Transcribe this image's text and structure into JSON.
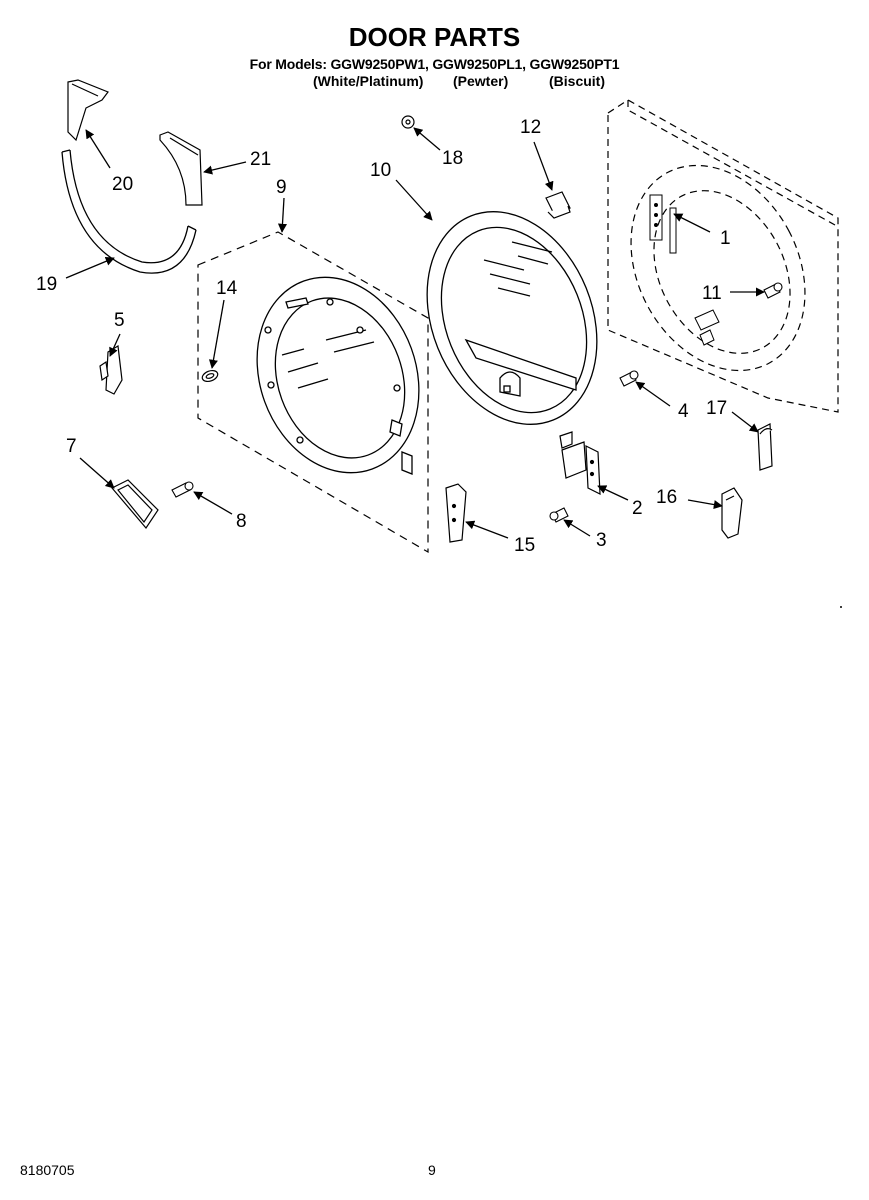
{
  "header": {
    "title": "DOOR PARTS",
    "models_line": "For Models: GGW9250PW1, GGW9250PL1, GGW9250PT1",
    "variant_white": "(White/Platinum)",
    "variant_pewter": "(Pewter)",
    "variant_biscuit": "(Biscuit)"
  },
  "callouts": {
    "c1": "1",
    "c2": "2",
    "c3": "3",
    "c4": "4",
    "c5": "5",
    "c7": "7",
    "c8": "8",
    "c9": "9",
    "c10": "10",
    "c11": "11",
    "c12": "12",
    "c14": "14",
    "c15": "15",
    "c16": "16",
    "c17": "17",
    "c18": "18",
    "c19": "19",
    "c20": "20",
    "c21": "21"
  },
  "footer": {
    "doc_number": "8180705",
    "page_number": "9"
  }
}
